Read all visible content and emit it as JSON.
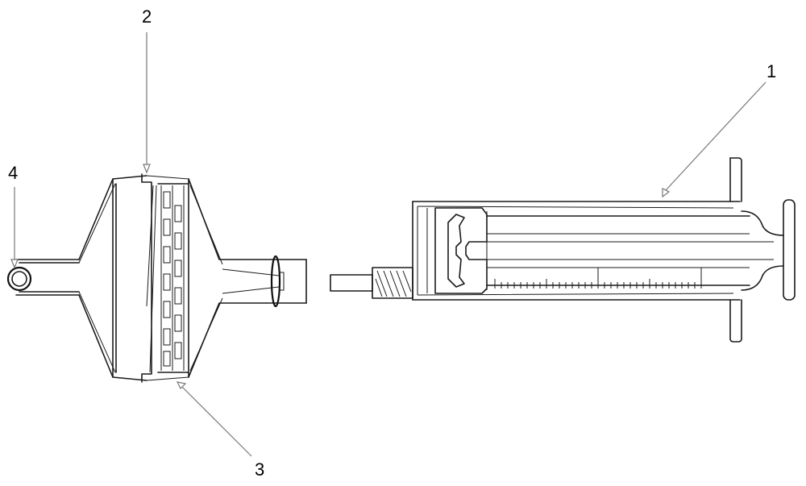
{
  "labels": {
    "syringe": "1",
    "filter_membrane": "2",
    "filter_housing": "3",
    "connector_ring": "4"
  }
}
